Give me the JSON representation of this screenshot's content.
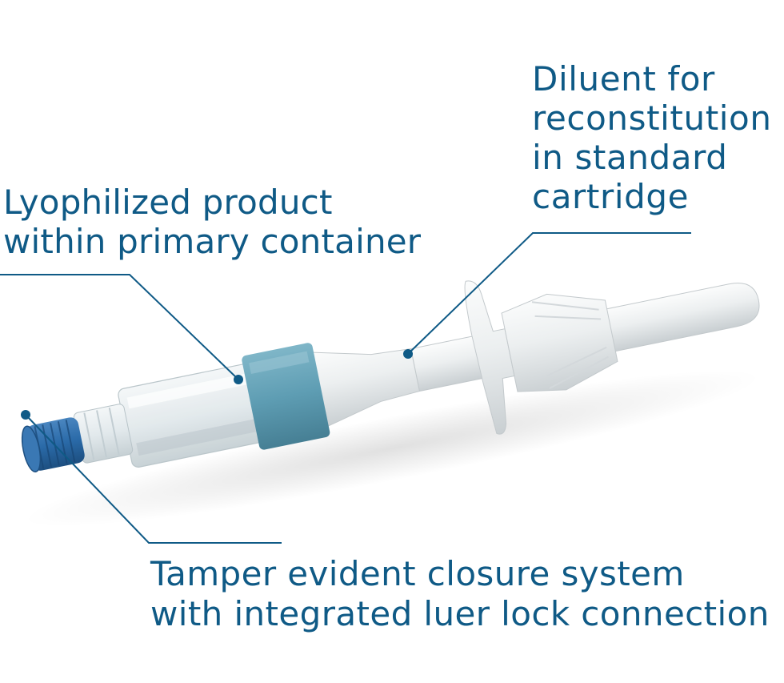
{
  "callouts": {
    "diluent": {
      "lines": [
        "Diluent for",
        "reconstitution",
        "in standard",
        "cartridge"
      ]
    },
    "lyophilized": {
      "lines": [
        "Lyophilized product",
        "within primary container"
      ]
    },
    "closure": {
      "lines": [
        "Tamper evident closure system",
        "with integrated luer lock connection"
      ]
    }
  },
  "colors": {
    "label_text": "#0f5a86",
    "leader_line": "#0f5a86",
    "cap": "#2a6aa8",
    "band": "#5e9db3",
    "body": "#e7eaec",
    "barrel": "#dde6ea"
  },
  "icons": [
    "luer-lock-cap-icon",
    "dual-chamber-syringe-icon"
  ]
}
